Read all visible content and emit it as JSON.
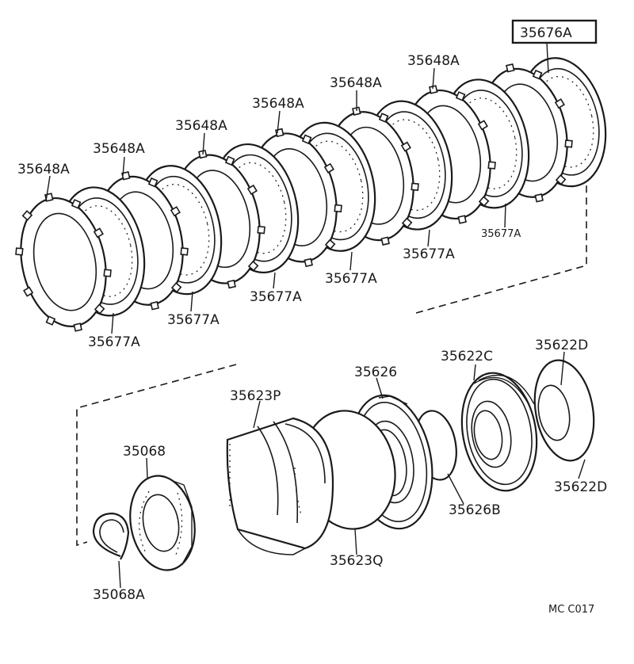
{
  "figure_code": "MC C017",
  "boxed_part": "35676A",
  "parts": {
    "disc_35648A": "35648A",
    "plate_35677A": "35677A",
    "clutch_drum": "35623P",
    "drum_ring": "35623Q",
    "piston": "35626",
    "piston_ring": "35626B",
    "carrier": "35622C",
    "washer": "35622D",
    "hub": "35068",
    "snap_ring": "35068A"
  }
}
